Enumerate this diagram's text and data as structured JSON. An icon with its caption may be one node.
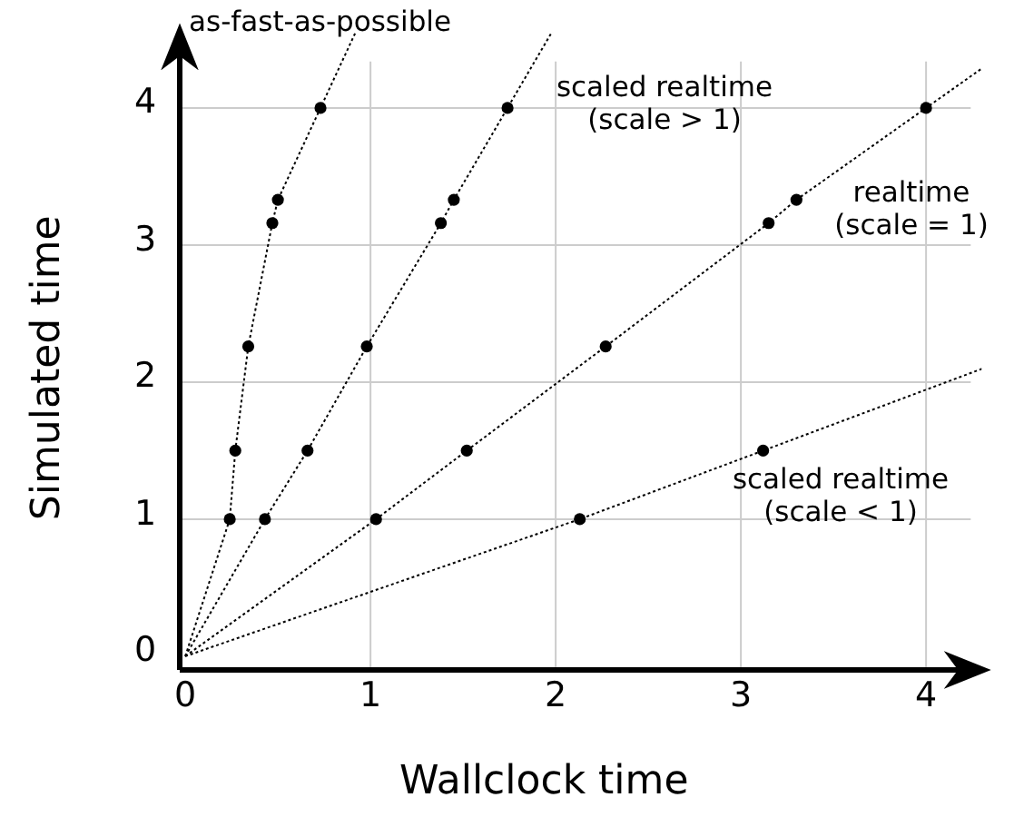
{
  "diagram": {
    "chart_data": {
      "type": "line",
      "xlabel": "Wallclock time",
      "ylabel": "Simulated time",
      "xlim": [
        -0.03,
        4.3
      ],
      "ylim": [
        -0.1,
        4.55
      ],
      "grid": true,
      "xticks": [
        0,
        1,
        2,
        3,
        4
      ],
      "yticks": [
        0,
        1,
        2,
        3,
        4
      ],
      "series": [
        {
          "name": "as-fast-as-possible",
          "color": "#000000",
          "line_style": "dotted",
          "marker": "circle",
          "x": [
            0,
            0.24,
            0.27,
            0.34,
            0.47,
            0.5,
            0.73
          ],
          "values": [
            0,
            1,
            1.5,
            2.26,
            3.16,
            3.33,
            4
          ]
        },
        {
          "name": "scaled realtime (scale > 1)",
          "color": "#000000",
          "line_style": "dotted",
          "marker": "circle",
          "x": [
            0,
            0.43,
            0.66,
            0.98,
            1.38,
            1.45,
            1.74
          ],
          "values": [
            0,
            1,
            1.5,
            2.26,
            3.16,
            3.33,
            4
          ]
        },
        {
          "name": "realtime (scale = 1)",
          "color": "#000000",
          "line_style": "dotted",
          "marker": "circle",
          "x": [
            0,
            1.03,
            1.52,
            2.27,
            3.15,
            3.3,
            4
          ],
          "values": [
            0,
            1,
            1.5,
            2.26,
            3.16,
            3.33,
            4
          ]
        },
        {
          "name": "scaled realtime (scale < 1)",
          "color": "#000000",
          "line_style": "dotted",
          "marker": "circle",
          "x": [
            0,
            2.13,
            3.12
          ],
          "values": [
            0,
            1,
            1.5
          ]
        }
      ]
    }
  }
}
